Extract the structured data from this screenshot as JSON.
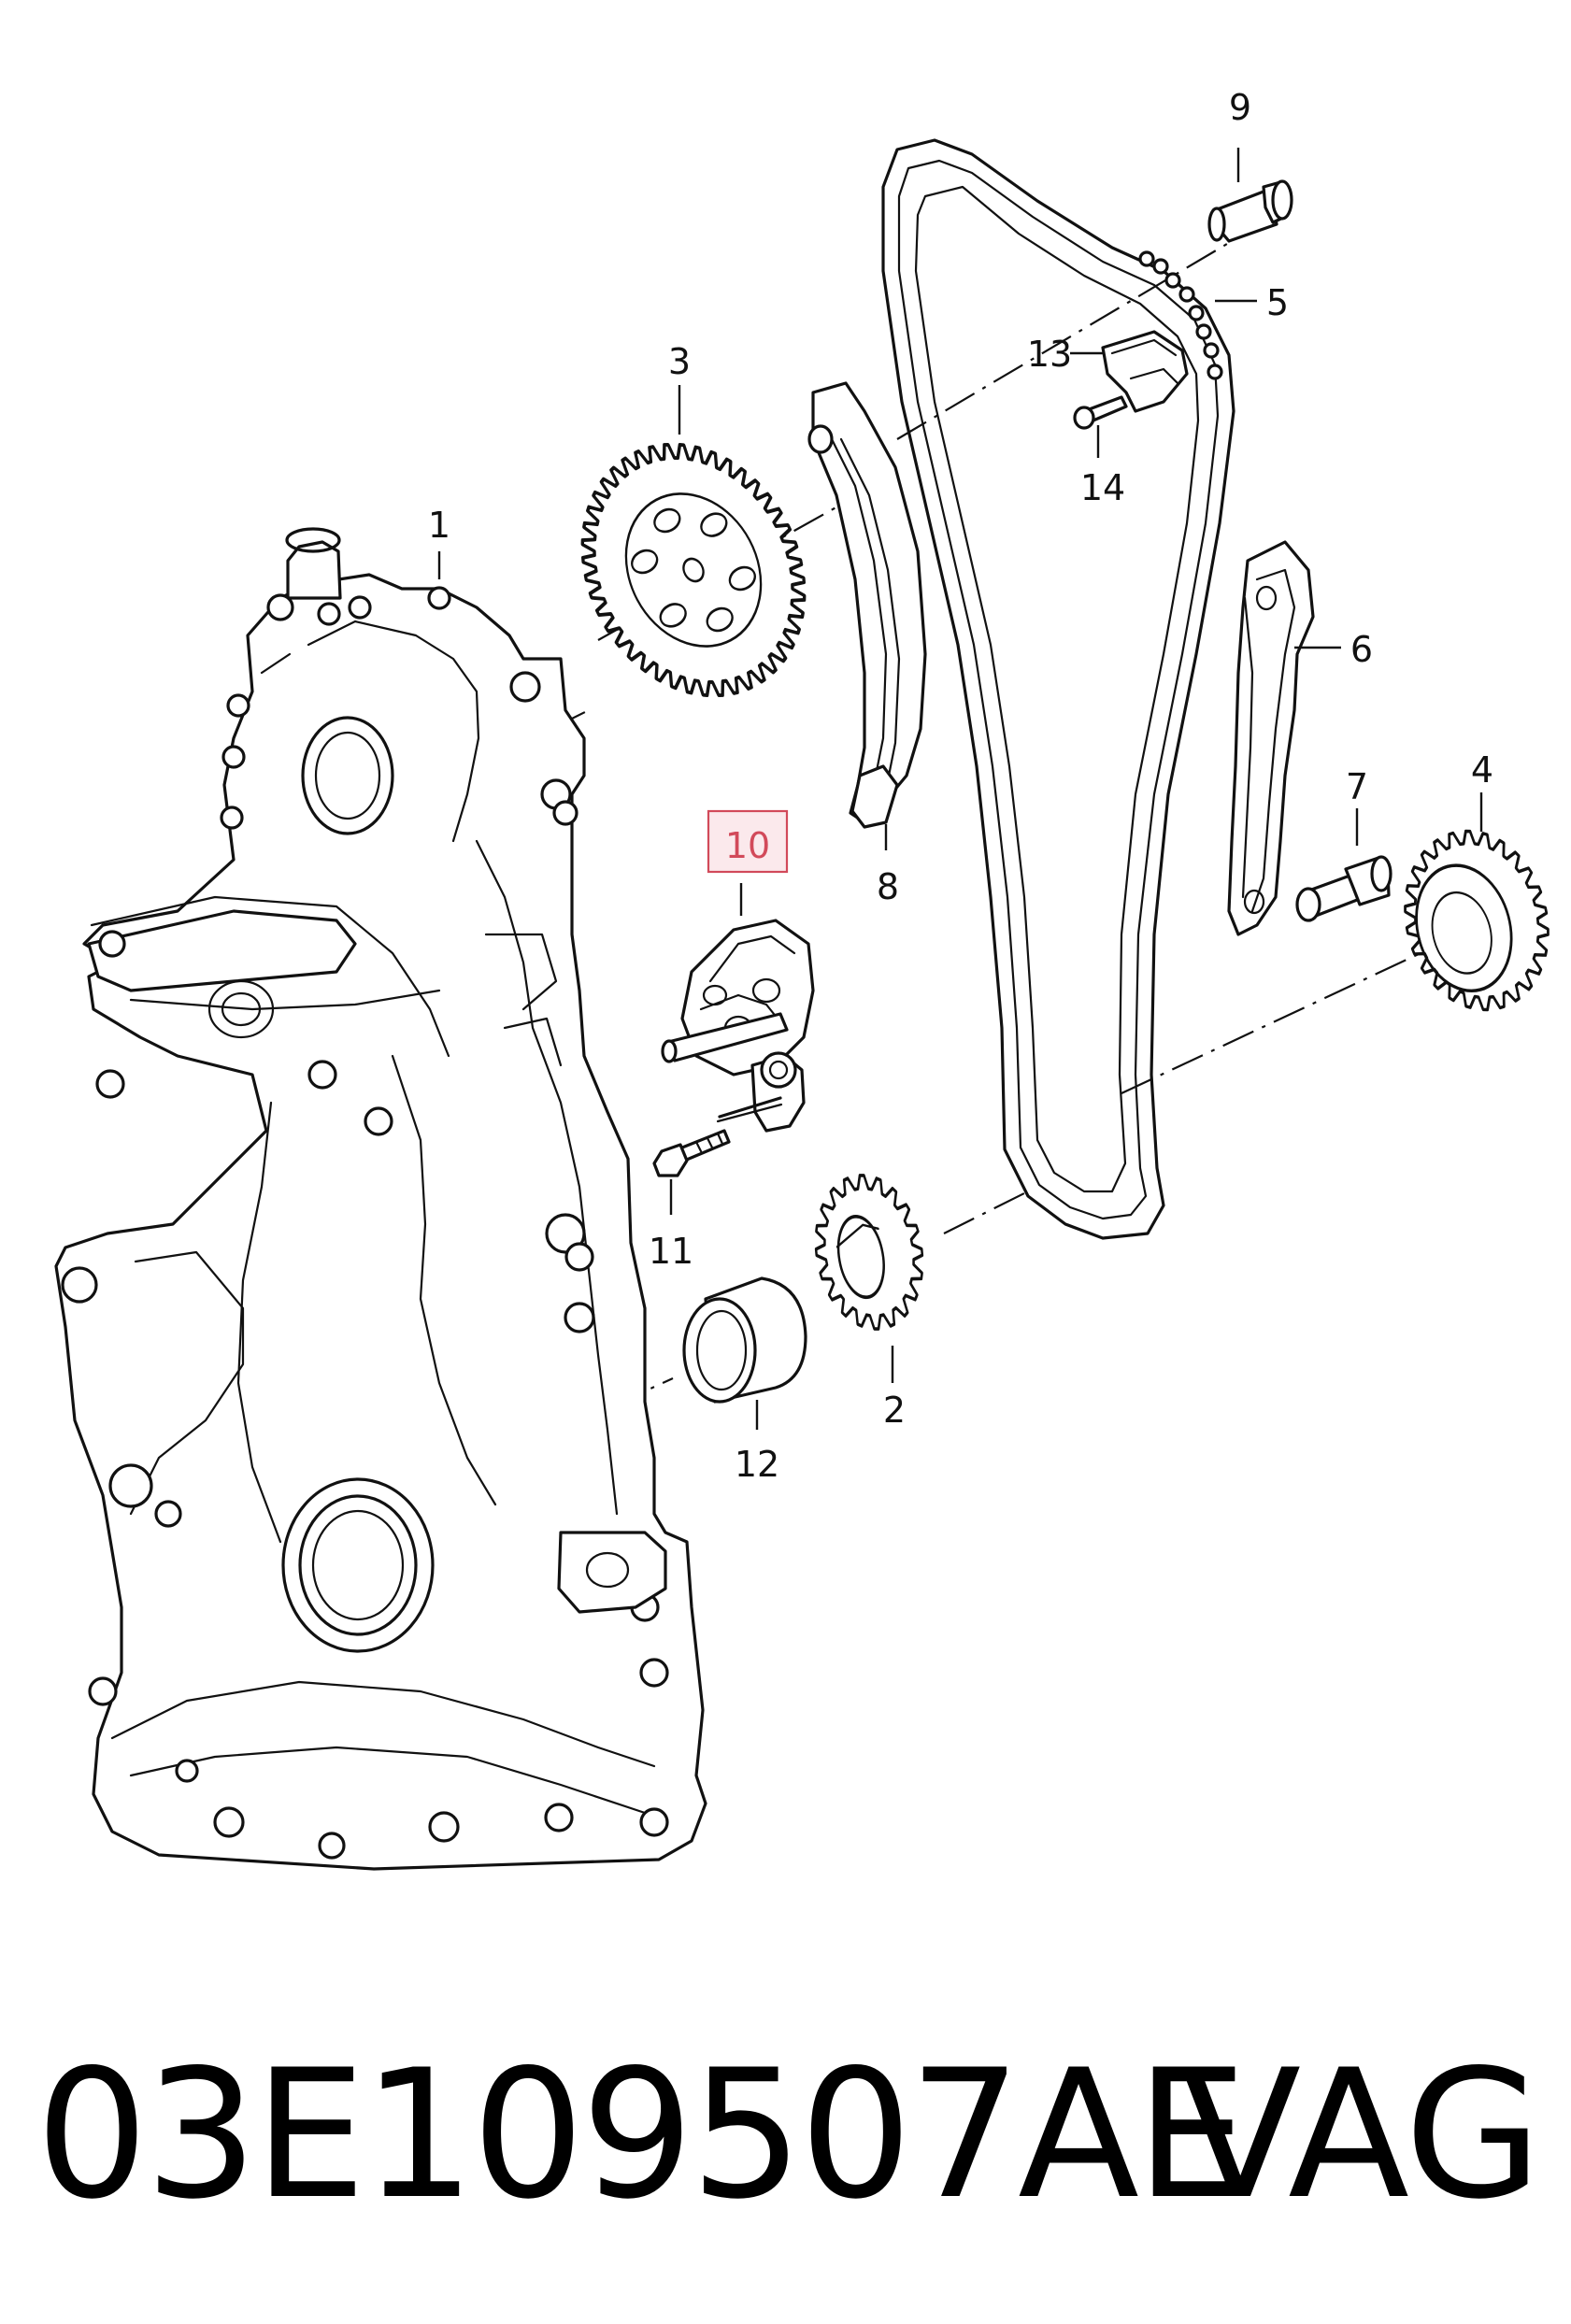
{
  "callouts": [
    {
      "id": "1",
      "text": "1"
    },
    {
      "id": "2",
      "text": "2"
    },
    {
      "id": "3",
      "text": "3"
    },
    {
      "id": "4",
      "text": "4"
    },
    {
      "id": "5",
      "text": "5"
    },
    {
      "id": "6",
      "text": "6"
    },
    {
      "id": "7",
      "text": "7"
    },
    {
      "id": "8",
      "text": "8"
    },
    {
      "id": "9",
      "text": "9"
    },
    {
      "id": "10",
      "text": "10",
      "highlighted": true
    },
    {
      "id": "11",
      "text": "11"
    },
    {
      "id": "12",
      "text": "12"
    },
    {
      "id": "13",
      "text": "13"
    },
    {
      "id": "14",
      "text": "14"
    }
  ],
  "highlight_color": "#d24a5a",
  "highlight_fill": "#fbe9ec",
  "footer": {
    "part_number": "03E109507AE",
    "brand": "VAG"
  }
}
